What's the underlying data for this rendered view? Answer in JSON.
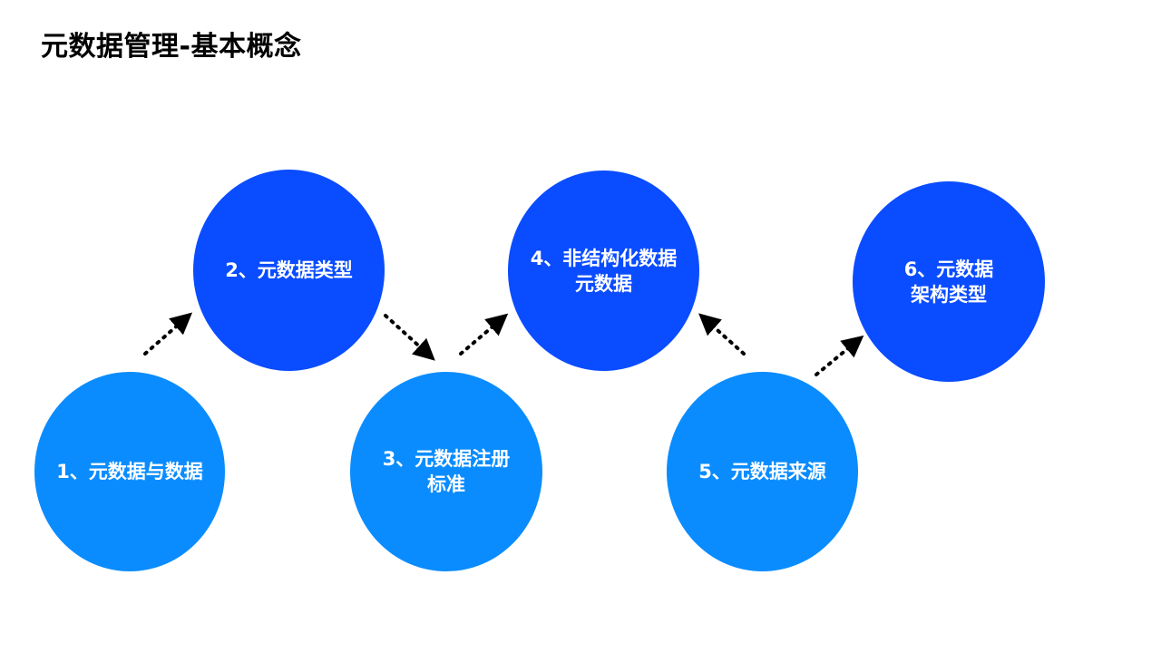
{
  "slide": {
    "title": "元数据管理-基本概念"
  },
  "colors": {
    "top_row_circle": "#0a4cff",
    "bottom_row_circle": "#0a8cff",
    "label_text": "#ffffff",
    "connector": "#000000"
  },
  "nodes": [
    {
      "id": "n1",
      "label": "1、元数据与数据",
      "row": "bottom"
    },
    {
      "id": "n2",
      "label": "2、元数据类型",
      "row": "top"
    },
    {
      "id": "n3",
      "label": "3、元数据注册\n标准",
      "row": "bottom"
    },
    {
      "id": "n4",
      "label": "4、非结构化数据\n元数据",
      "row": "top"
    },
    {
      "id": "n5",
      "label": "5、元数据来源",
      "row": "bottom"
    },
    {
      "id": "n6",
      "label": "6、元数据\n架构类型",
      "row": "top"
    }
  ],
  "connectors": [
    {
      "from": "n1",
      "to": "n2",
      "style": "dotted-arrow"
    },
    {
      "from": "n2",
      "to": "n3",
      "style": "dotted-arrow"
    },
    {
      "from": "n3",
      "to": "n4",
      "style": "dotted-arrow"
    },
    {
      "from": "n5",
      "to": "n4",
      "style": "dotted-arrow"
    },
    {
      "from": "n5",
      "to": "n6",
      "style": "dotted-arrow"
    }
  ]
}
